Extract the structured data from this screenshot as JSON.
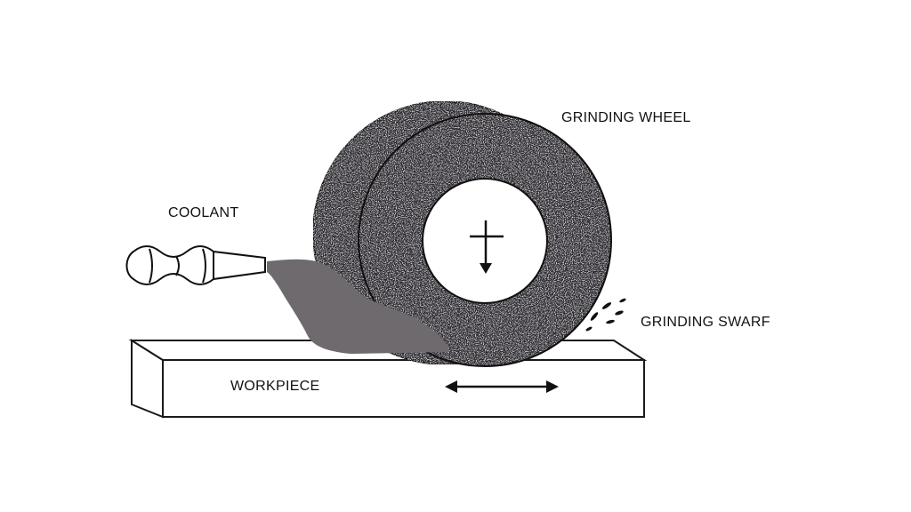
{
  "labels": {
    "grinding_wheel": "GRINDING WHEEL",
    "coolant": "COOLANT",
    "grinding_swarf": "GRINDING SWARF",
    "workpiece": "WORKPIECE"
  },
  "colors": {
    "line": "#1a1a1a",
    "coolant": "#6e6a6e",
    "wheel_dark": "#2e2c30",
    "wheel_light": "#f2f2f2"
  }
}
